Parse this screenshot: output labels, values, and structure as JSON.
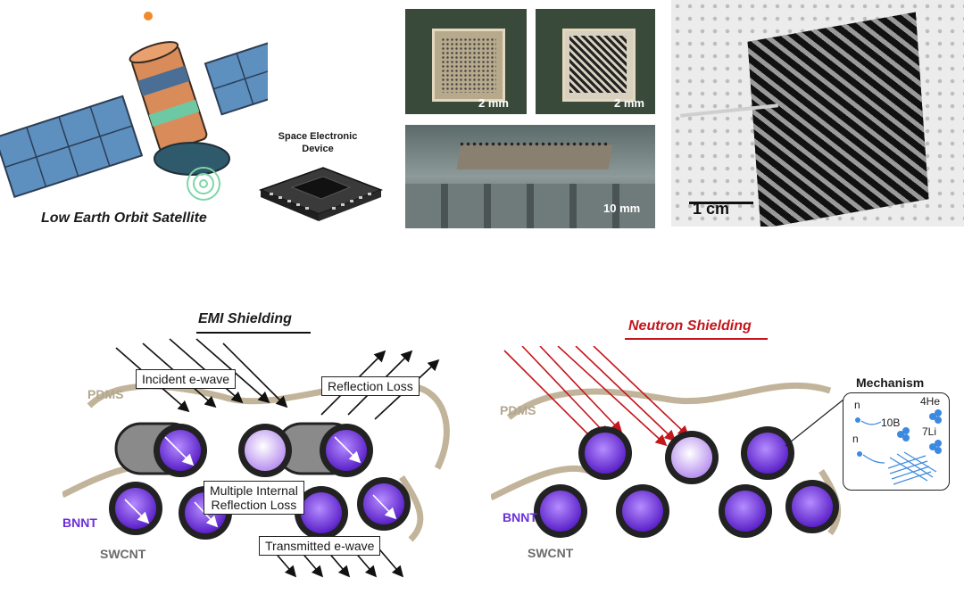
{
  "top": {
    "satellite_caption": "Low Earth Orbit Satellite",
    "device_caption_line1": "Space Electronic",
    "device_caption_line2": "Device",
    "photo_scale_1": "2 mm",
    "photo_scale_2": "2 mm",
    "photo_scale_3": "10 mm",
    "photo_scale_4": "1 cm"
  },
  "emi": {
    "title": "EMI Shielding",
    "incident": "Incident e-wave",
    "reflection": "Reflection Loss",
    "internal_line1": "Multiple Internal",
    "internal_line2": "Reflection Loss",
    "transmitted": "Transmitted e-wave",
    "pdms": "PDMS",
    "bnnt": "BNNT",
    "swcnt": "SWCNT"
  },
  "neutron": {
    "title": "Neutron Shielding",
    "pdms": "PDMS",
    "bnnt": "BNNT",
    "swcnt": "SWCNT",
    "mechanism": {
      "title": "Mechanism",
      "n1": "n",
      "n2": "n",
      "b10": "10B",
      "he4": "4He",
      "li7": "7Li"
    }
  },
  "colors": {
    "bnnt_purple": "#7a3fe0",
    "pdms_tan": "#c2b49a",
    "neutron_red": "#c4161c",
    "tube_gray": "#8a8a8a"
  }
}
